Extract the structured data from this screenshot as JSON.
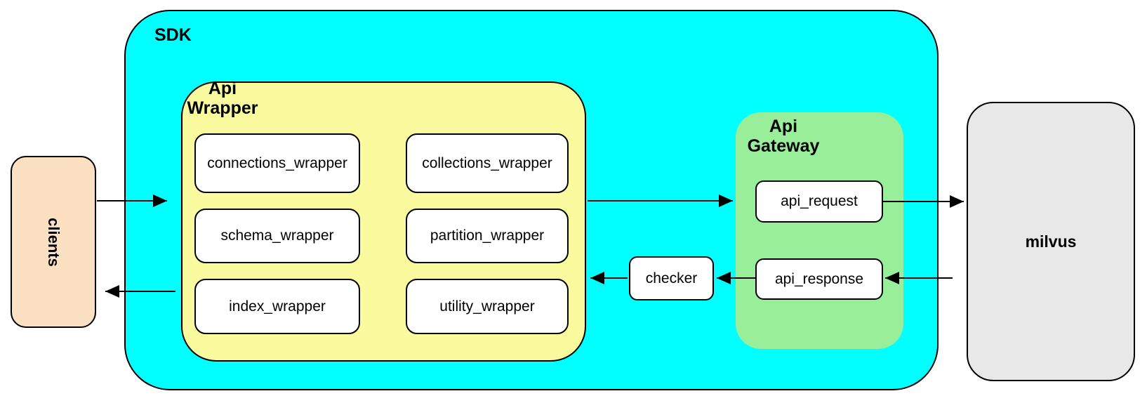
{
  "colors": {
    "sdk_fill": "#00FFFF",
    "api_wrapper_fill": "#FAFA9E",
    "api_gateway_fill": "#99EE99",
    "clients_fill": "#FBE0C2",
    "milvus_fill": "#E8E8E8",
    "node_fill": "#FFFFFF",
    "stroke": "#000000"
  },
  "nodes": {
    "clients": {
      "label": "clients"
    },
    "sdk": {
      "label": "SDK"
    },
    "api_wrapper": {
      "label_line1": "Api",
      "label_line2": "Wrapper"
    },
    "wrappers": [
      {
        "label": "connections_wrapper"
      },
      {
        "label": "collections_wrapper"
      },
      {
        "label": "schema_wrapper"
      },
      {
        "label": "partition_wrapper"
      },
      {
        "label": "index_wrapper"
      },
      {
        "label": "utility_wrapper"
      }
    ],
    "checker": {
      "label": "checker"
    },
    "api_gateway": {
      "label_line1": "Api",
      "label_line2": "Gateway"
    },
    "api_request": {
      "label": "api_request"
    },
    "api_response": {
      "label": "api_response"
    },
    "milvus": {
      "label": "milvus"
    }
  },
  "edges": [
    {
      "from": "clients",
      "to": "api_wrapper"
    },
    {
      "from": "api_wrapper",
      "to": "clients"
    },
    {
      "from": "api_wrapper",
      "to": "api_request"
    },
    {
      "from": "api_request",
      "to": "milvus"
    },
    {
      "from": "milvus",
      "to": "api_response"
    },
    {
      "from": "api_response",
      "to": "checker"
    },
    {
      "from": "checker",
      "to": "api_wrapper"
    }
  ]
}
